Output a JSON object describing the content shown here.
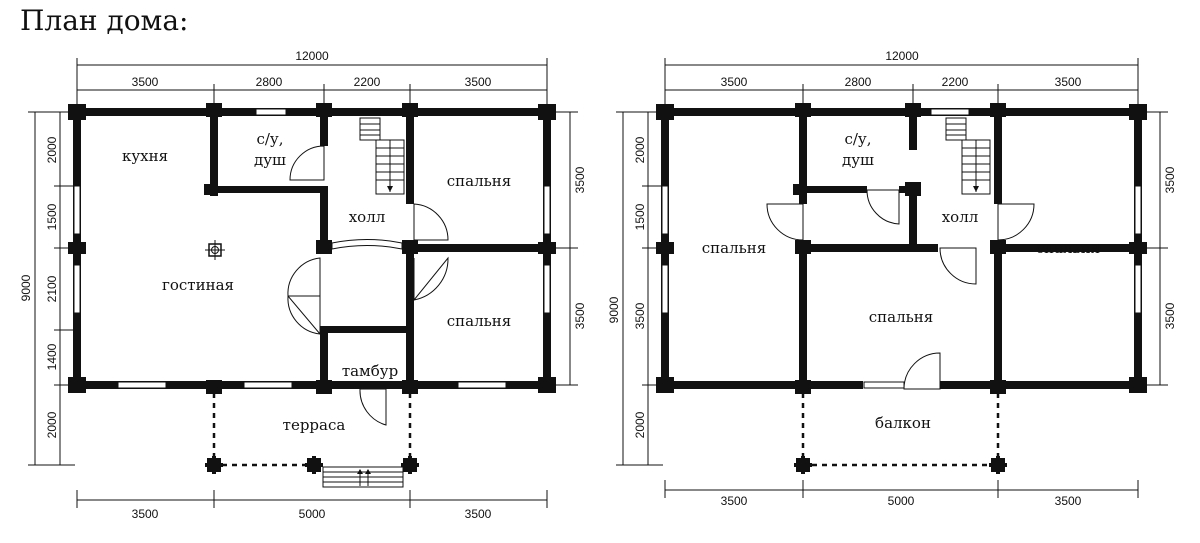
{
  "title": "План дома:",
  "plan1": {
    "top_total": "12000",
    "top": [
      "3500",
      "2800",
      "2200",
      "3500"
    ],
    "left_total": "9000",
    "left": [
      "2000",
      "1500",
      "2100",
      "1400",
      "2000"
    ],
    "right": [
      "3500",
      "3500"
    ],
    "bottom": [
      "3500",
      "5000",
      "3500"
    ],
    "rooms": {
      "kitchen": "кухня",
      "bath_1": "с/у,",
      "bath_2": "душ",
      "hall": "холл",
      "bedroom_a": "спальня",
      "living": "гостиная",
      "bedroom_b": "спальня",
      "vestibule": "тамбур",
      "terrace": "терраса"
    }
  },
  "plan2": {
    "top_total": "12000",
    "top": [
      "3500",
      "2800",
      "2200",
      "3500"
    ],
    "left_total": "9000",
    "left": [
      "2000",
      "1500",
      "3500",
      "2000"
    ],
    "right": [
      "3500",
      "3500"
    ],
    "bottom": [
      "3500",
      "5000",
      "3500"
    ],
    "rooms": {
      "bath_1": "с/у,",
      "bath_2": "душ",
      "hall": "холл",
      "bedroom_left": "спальня",
      "bedroom_right": "спальня",
      "bedroom_center": "спальня",
      "balcony": "балкон"
    }
  }
}
